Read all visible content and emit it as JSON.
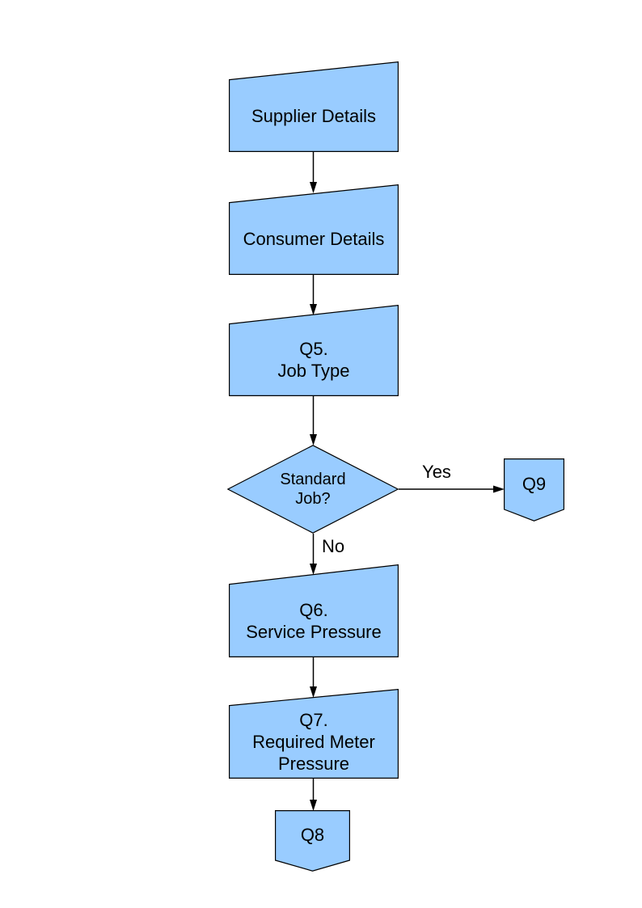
{
  "colors": {
    "shape_fill": "#99CCFF",
    "shape_stroke": "#000000",
    "connector_line": "#000000",
    "text_color": "#000000",
    "page_bg": "#ffffff"
  },
  "nodes": {
    "supplier": {
      "type": "manual-input",
      "label": "Supplier Details"
    },
    "consumer": {
      "type": "manual-input",
      "label": "Consumer Details"
    },
    "q5": {
      "type": "manual-input",
      "label": "Q5.\nJob Type"
    },
    "decision": {
      "type": "decision",
      "label": "Standard\nJob?"
    },
    "q9": {
      "type": "off-page-connector",
      "label": "Q9"
    },
    "q6": {
      "type": "manual-input",
      "label": "Q6.\nService Pressure"
    },
    "q7": {
      "type": "manual-input",
      "label": "Q7.\nRequired Meter\nPressure"
    },
    "q8": {
      "type": "off-page-connector",
      "label": "Q8"
    }
  },
  "edge_labels": {
    "yes": "Yes",
    "no": "No"
  }
}
